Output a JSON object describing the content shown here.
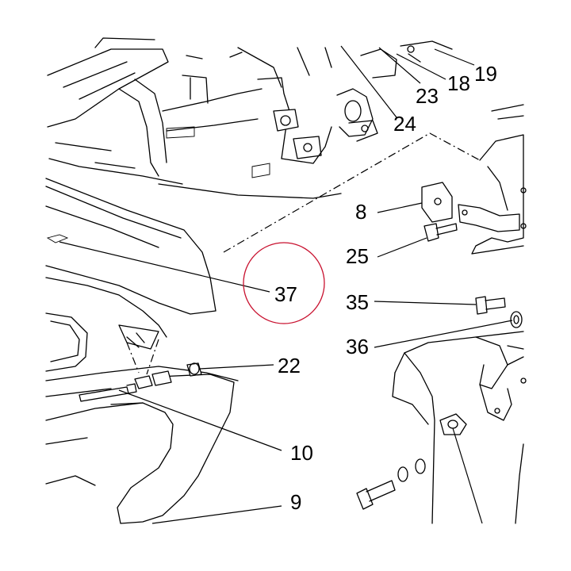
{
  "diagram": {
    "highlight_color": "#c8102e",
    "line_color": "#000000",
    "callouts": {
      "c19": "19",
      "c18": "18",
      "c23": "23",
      "c24": "24",
      "c8": "8",
      "c25": "25",
      "c37": "37",
      "c35": "35",
      "c36": "36",
      "c22": "22",
      "c10": "10",
      "c9": "9"
    }
  }
}
